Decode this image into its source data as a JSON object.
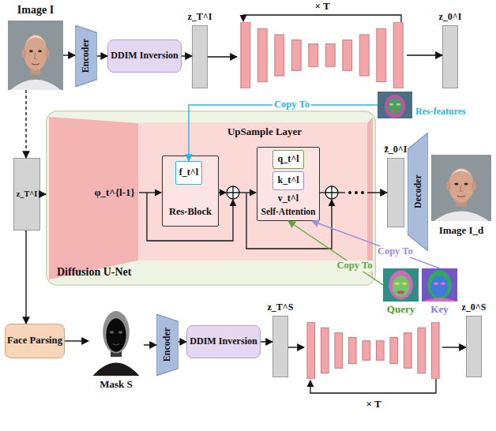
{
  "diagram": {
    "nodes": [
      {
        "text": [
          "Image I"
        ]
      },
      {
        "text": [
          "Encoder"
        ]
      },
      {
        "text": [
          "DDIM Inversion"
        ]
      },
      {
        "text": [
          "z_T^I"
        ]
      },
      {
        "text": [
          "× T"
        ]
      },
      {
        "text": [
          "z_0^I"
        ]
      },
      {
        "text": [
          "Res-features"
        ]
      },
      {
        "text": [
          "Diffusion U-Net"
        ]
      },
      {
        "text": [
          "z_T^I"
        ]
      },
      {
        "text": [
          "UpSample Layer"
        ],
        "in": 7
      },
      {
        "text": [
          "Res-Block"
        ],
        "in": 9
      },
      {
        "text": [
          "f_t^l"
        ],
        "in": 10
      },
      {
        "text": [
          "v_t^l",
          "Self-Attention"
        ],
        "in": 9
      },
      {
        "text": [
          "q_t^l"
        ],
        "in": 12
      },
      {
        "text": [
          "k_t^l"
        ],
        "in": 12
      },
      {
        "text": [
          "z̃_0^I"
        ]
      },
      {
        "text": [
          "Decoder"
        ]
      },
      {
        "text": [
          "Image I_d"
        ]
      },
      {
        "text": [
          "Query"
        ]
      },
      {
        "text": [
          "Key"
        ]
      },
      {
        "text": [
          "Face Parsing"
        ]
      },
      {
        "text": [
          "Mask S"
        ]
      },
      {
        "text": [
          "Encoder"
        ]
      },
      {
        "text": [
          "DDIM Inversion"
        ]
      },
      {
        "text": [
          "z_T^S"
        ]
      },
      {
        "text": [
          "× T"
        ]
      },
      {
        "text": [
          "z_0^S"
        ]
      }
    ],
    "edges": [
      {
        "from": 0,
        "to": 1,
        "arrow": "to"
      },
      {
        "from": 1,
        "to": 2,
        "arrow": "to"
      },
      {
        "from": 2,
        "to": 3,
        "arrow": "to"
      },
      {
        "from": 3,
        "to": 4,
        "arrow": "to"
      },
      {
        "from": 4,
        "to": 5,
        "arrow": "to"
      },
      {
        "from": 0,
        "to": 8,
        "arrow": "to"
      },
      {
        "from": 8,
        "to": 7,
        "arrow": "to"
      },
      {
        "from": 6,
        "to": 11,
        "label": "Copy To",
        "arrow": "to"
      },
      {
        "from": 18,
        "to": 12,
        "label": "Copy To",
        "arrow": "to"
      },
      {
        "from": 19,
        "to": 12,
        "label": "Copy To",
        "arrow": "to"
      },
      {
        "from": 9,
        "to": 15,
        "arrow": "to"
      },
      {
        "from": 8,
        "to": 20,
        "arrow": "to"
      },
      {
        "from": 20,
        "to": 21,
        "arrow": "to"
      },
      {
        "from": 21,
        "to": 22,
        "arrow": "to"
      },
      {
        "from": 22,
        "to": 23,
        "arrow": "to"
      },
      {
        "from": 23,
        "to": 24,
        "arrow": "to"
      },
      {
        "from": 24,
        "to": 25,
        "arrow": "to"
      },
      {
        "from": 25,
        "to": 26,
        "arrow": "to"
      }
    ],
    "labels": [
      "φ_t^{l-1}"
    ]
  }
}
